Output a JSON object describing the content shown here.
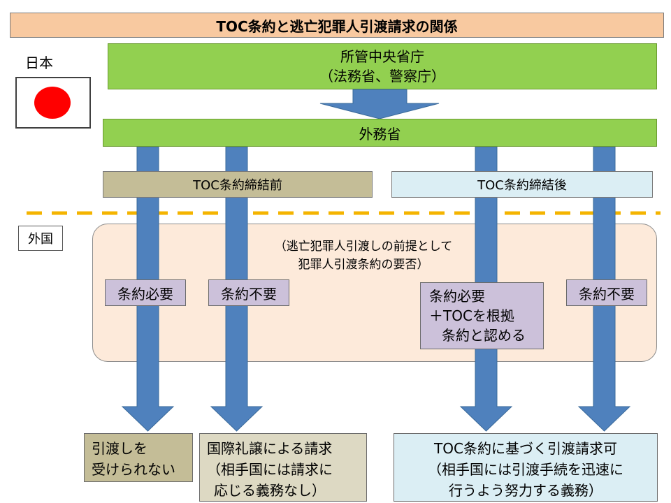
{
  "title": "TOC条約と逃亡犯罪人引渡請求の関係",
  "japan": {
    "label": "日本",
    "ministry_line1": "所管中央省庁",
    "ministry_line2": "（法務省、警察庁）",
    "foreign_ministry": "外務省"
  },
  "phases": {
    "before": "TOC条約締結前",
    "after": "TOC条約締結後"
  },
  "foreign": {
    "label": "外国",
    "premise_line1": "（逃亡犯罪人引渡しの前提として",
    "premise_line2": "犯罪人引渡条約の要否）",
    "cases": [
      {
        "line1": "条約必要"
      },
      {
        "line1": "条約不要"
      },
      {
        "line1": "条約必要",
        "line2": "＋TOCを根拠",
        "line3": "条約と認める"
      },
      {
        "line1": "条約不要"
      }
    ]
  },
  "results": {
    "a": {
      "line1": "引渡しを",
      "line2": "受けられない"
    },
    "b": {
      "line1": "国際礼譲による請求",
      "line2": "（相手国には請求に",
      "line3": "応じる義務なし）"
    },
    "c": {
      "line1": "TOC条約に基づく引渡請求可",
      "line2": "（相手国には引渡手続を迅速に",
      "line3": "行うよう努力する義務）"
    }
  },
  "colors": {
    "header": "#f8c9a0",
    "ministry": "#92d050",
    "before": "#c4bd97",
    "after": "#dbeef4",
    "foreign_area": "#fdeada",
    "case_box": "#ccc1da",
    "arrow": "#4f81bd",
    "dashed_border": "#f4b400",
    "flag_sun": "#ff0000"
  },
  "icons": [
    "japan-flag-icon",
    "down-arrow-icon"
  ]
}
